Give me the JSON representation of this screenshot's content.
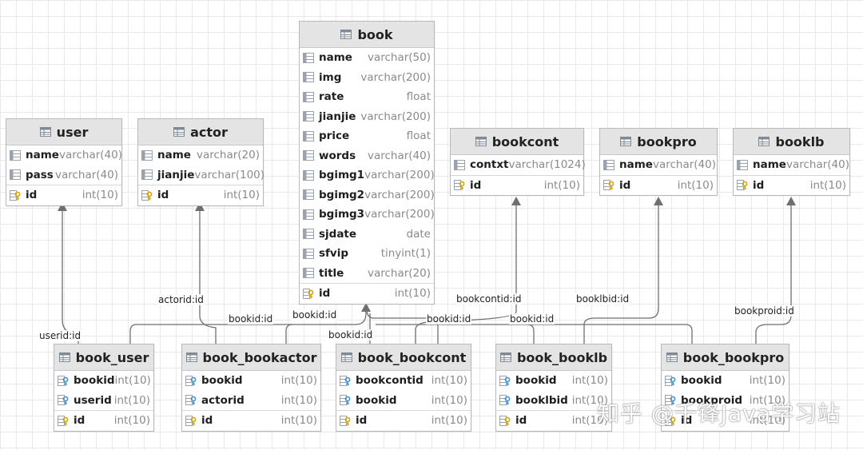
{
  "tables": {
    "user": {
      "name": "user",
      "columns": [
        {
          "name": "name",
          "type": "varchar(40)",
          "kind": "column"
        },
        {
          "name": "pass",
          "type": "varchar(40)",
          "kind": "column"
        },
        {
          "name": "id",
          "type": "int(10)",
          "kind": "primary-key"
        }
      ]
    },
    "actor": {
      "name": "actor",
      "columns": [
        {
          "name": "name",
          "type": "varchar(20)",
          "kind": "column"
        },
        {
          "name": "jianjie",
          "type": "varchar(100)",
          "kind": "column"
        },
        {
          "name": "id",
          "type": "int(10)",
          "kind": "primary-key"
        }
      ]
    },
    "book": {
      "name": "book",
      "columns": [
        {
          "name": "name",
          "type": "varchar(50)",
          "kind": "column"
        },
        {
          "name": "img",
          "type": "varchar(200)",
          "kind": "column"
        },
        {
          "name": "rate",
          "type": "float",
          "kind": "column"
        },
        {
          "name": "jianjie",
          "type": "varchar(200)",
          "kind": "column"
        },
        {
          "name": "price",
          "type": "float",
          "kind": "column"
        },
        {
          "name": "words",
          "type": "varchar(40)",
          "kind": "column"
        },
        {
          "name": "bgimg1",
          "type": "varchar(200)",
          "kind": "column"
        },
        {
          "name": "bgimg2",
          "type": "varchar(200)",
          "kind": "column"
        },
        {
          "name": "bgimg3",
          "type": "varchar(200)",
          "kind": "column"
        },
        {
          "name": "sjdate",
          "type": "date",
          "kind": "column"
        },
        {
          "name": "sfvip",
          "type": "tinyint(1)",
          "kind": "column"
        },
        {
          "name": "title",
          "type": "varchar(20)",
          "kind": "column"
        },
        {
          "name": "id",
          "type": "int(10)",
          "kind": "primary-key"
        }
      ]
    },
    "bookcont": {
      "name": "bookcont",
      "columns": [
        {
          "name": "contxt",
          "type": "varchar(1024)",
          "kind": "column"
        },
        {
          "name": "id",
          "type": "int(10)",
          "kind": "primary-key"
        }
      ]
    },
    "bookpro": {
      "name": "bookpro",
      "columns": [
        {
          "name": "name",
          "type": "varchar(40)",
          "kind": "column"
        },
        {
          "name": "id",
          "type": "int(10)",
          "kind": "primary-key"
        }
      ]
    },
    "booklb": {
      "name": "booklb",
      "columns": [
        {
          "name": "name",
          "type": "varchar(40)",
          "kind": "column"
        },
        {
          "name": "id",
          "type": "int(10)",
          "kind": "primary-key"
        }
      ]
    },
    "book_user": {
      "name": "book_user",
      "columns": [
        {
          "name": "bookid",
          "type": "int(10)",
          "kind": "foreign-key"
        },
        {
          "name": "userid",
          "type": "int(10)",
          "kind": "foreign-key"
        },
        {
          "name": "id",
          "type": "int(10)",
          "kind": "primary-key"
        }
      ]
    },
    "book_bookactor": {
      "name": "book_bookactor",
      "columns": [
        {
          "name": "bookid",
          "type": "int(10)",
          "kind": "foreign-key"
        },
        {
          "name": "actorid",
          "type": "int(10)",
          "kind": "foreign-key"
        },
        {
          "name": "id",
          "type": "int(10)",
          "kind": "primary-key"
        }
      ]
    },
    "book_bookcont": {
      "name": "book_bookcont",
      "columns": [
        {
          "name": "bookcontid",
          "type": "int(10)",
          "kind": "foreign-key"
        },
        {
          "name": "bookid",
          "type": "int(10)",
          "kind": "foreign-key"
        },
        {
          "name": "id",
          "type": "int(10)",
          "kind": "primary-key"
        }
      ]
    },
    "book_booklb": {
      "name": "book_booklb",
      "columns": [
        {
          "name": "bookid",
          "type": "int(10)",
          "kind": "foreign-key"
        },
        {
          "name": "booklbid",
          "type": "int(10)",
          "kind": "foreign-key"
        },
        {
          "name": "id",
          "type": "int(10)",
          "kind": "primary-key"
        }
      ]
    },
    "book_bookpro": {
      "name": "book_bookpro",
      "columns": [
        {
          "name": "bookid",
          "type": "int(10)",
          "kind": "foreign-key"
        },
        {
          "name": "bookproid",
          "type": "int(10)",
          "kind": "foreign-key"
        },
        {
          "name": "id",
          "type": "int(10)",
          "kind": "primary-key"
        }
      ]
    }
  },
  "edge_labels": {
    "userid": "userid:id",
    "actorid": "actorid:id",
    "bookid_1": "bookid:id",
    "bookid_2": "bookid:id",
    "bookid_3": "bookid:id",
    "bookid_4": "bookid:id",
    "bookid_5": "bookid:id",
    "bookcontid": "bookcontid:id",
    "booklbid": "booklbid:id",
    "bookproid": "bookproid:id"
  },
  "watermark": "知乎 @千锋Java学习站",
  "colors": {
    "header_bg": "#e4e4e4",
    "grid": "#e9e9e9",
    "wire": "#6f6f6f",
    "key_gold": "#d9a400",
    "key_blue": "#3e95d8",
    "column_icon": "#9aa3ad"
  }
}
